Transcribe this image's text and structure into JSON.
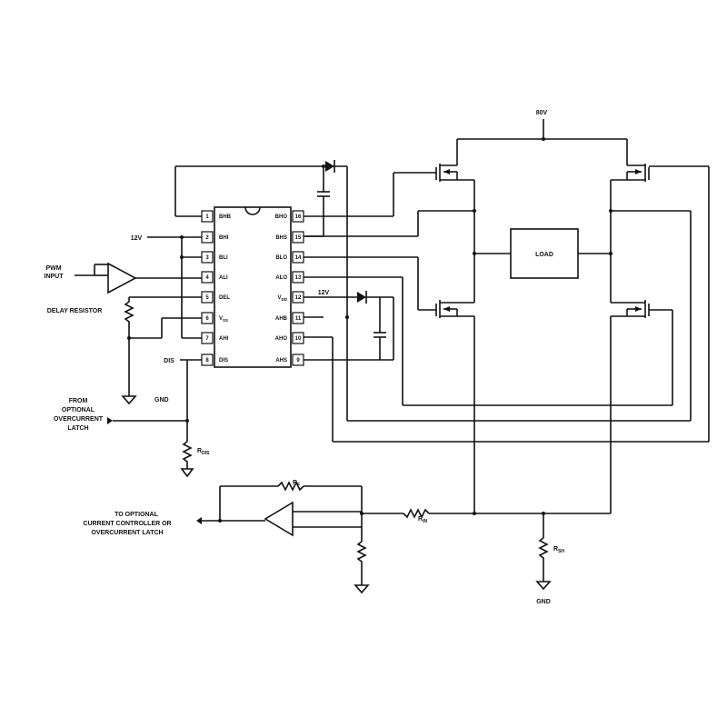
{
  "supply": {
    "top": "80V",
    "left": "12V",
    "mid": "12V"
  },
  "inputs": {
    "pwm_line1": "PWM",
    "pwm_line2": "INPUT",
    "delay_resistor": "DELAY RESISTOR",
    "dis": "DIS",
    "from_line1": "FROM",
    "from_line2": "OPTIONAL",
    "from_line3": "OVERCURRENT",
    "from_line4": "LATCH",
    "rdis": "R",
    "rdis_sub": "DIS"
  },
  "chip": {
    "left_pins": [
      {
        "num": "1",
        "name": "BHB"
      },
      {
        "num": "2",
        "name": "BHI"
      },
      {
        "num": "3",
        "name": "BLI"
      },
      {
        "num": "4",
        "name": "ALI"
      },
      {
        "num": "5",
        "name": "DEL"
      },
      {
        "num": "6",
        "name": "V",
        "sub": "SS"
      },
      {
        "num": "7",
        "name": "AHI"
      },
      {
        "num": "8",
        "name": "DIS"
      }
    ],
    "right_pins": [
      {
        "num": "16",
        "name": "BHO"
      },
      {
        "num": "15",
        "name": "BHS"
      },
      {
        "num": "14",
        "name": "BLO"
      },
      {
        "num": "13",
        "name": "ALO"
      },
      {
        "num": "12",
        "name": "V",
        "sub": "DD"
      },
      {
        "num": "11",
        "name": "AHB"
      },
      {
        "num": "10",
        "name": "AHO"
      },
      {
        "num": "9",
        "name": "AHS"
      }
    ]
  },
  "load": "LOAD",
  "grounds": {
    "left": "GND",
    "bottom": "GND"
  },
  "output": {
    "line1": "TO OPTIONAL",
    "line2": "CURRENT CONTROLLER OR",
    "line3": "OVERCURRENT LATCH"
  },
  "resistors": {
    "rf": "R",
    "rf_sub": "F",
    "rin": "R",
    "rin_sub": "IN",
    "rsh": "R",
    "rsh_sub": "SH"
  }
}
